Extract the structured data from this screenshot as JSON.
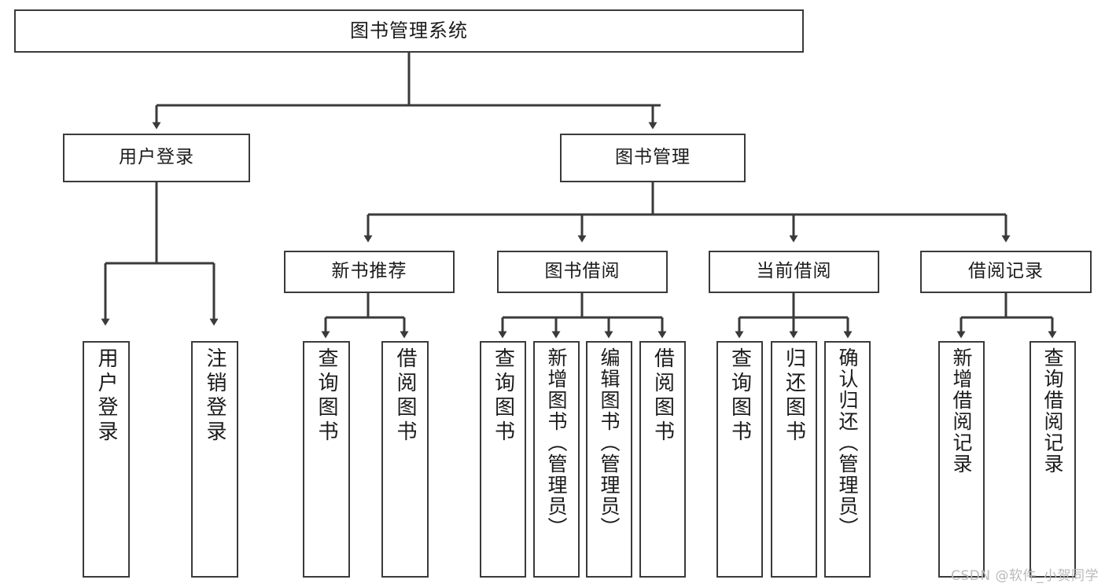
{
  "diagram": {
    "title": "图书管理系统",
    "type": "tree",
    "root": {
      "label": "图书管理系统"
    },
    "level2": [
      {
        "label": "用户登录"
      },
      {
        "label": "图书管理"
      }
    ],
    "level3": [
      {
        "label": "新书推荐"
      },
      {
        "label": "图书借阅"
      },
      {
        "label": "当前借阅"
      },
      {
        "label": "借阅记录"
      }
    ],
    "leaves": {
      "user_login": [
        {
          "label": "用户登录"
        },
        {
          "label": "注销登录"
        }
      ],
      "new_book_recommend": [
        {
          "label": "查询图书"
        },
        {
          "label": "借阅图书"
        }
      ],
      "book_borrow": [
        {
          "label": "查询图书"
        },
        {
          "label": "新增图书（管理员）"
        },
        {
          "label": "编辑图书（管理员）"
        },
        {
          "label": "借阅图书"
        }
      ],
      "current_borrow": [
        {
          "label": "查询图书"
        },
        {
          "label": "归还图书"
        },
        {
          "label": "确认归还（管理员）"
        }
      ],
      "borrow_records": [
        {
          "label": "新增借阅记录"
        },
        {
          "label": "查询借阅记录"
        }
      ]
    }
  },
  "watermark": {
    "text": "CSDN @软件_小贺同学"
  },
  "colors": {
    "stroke": "#3a3a3a",
    "background": "#ffffff",
    "text": "#1b1b1b",
    "watermark": "#b9b9b9"
  }
}
